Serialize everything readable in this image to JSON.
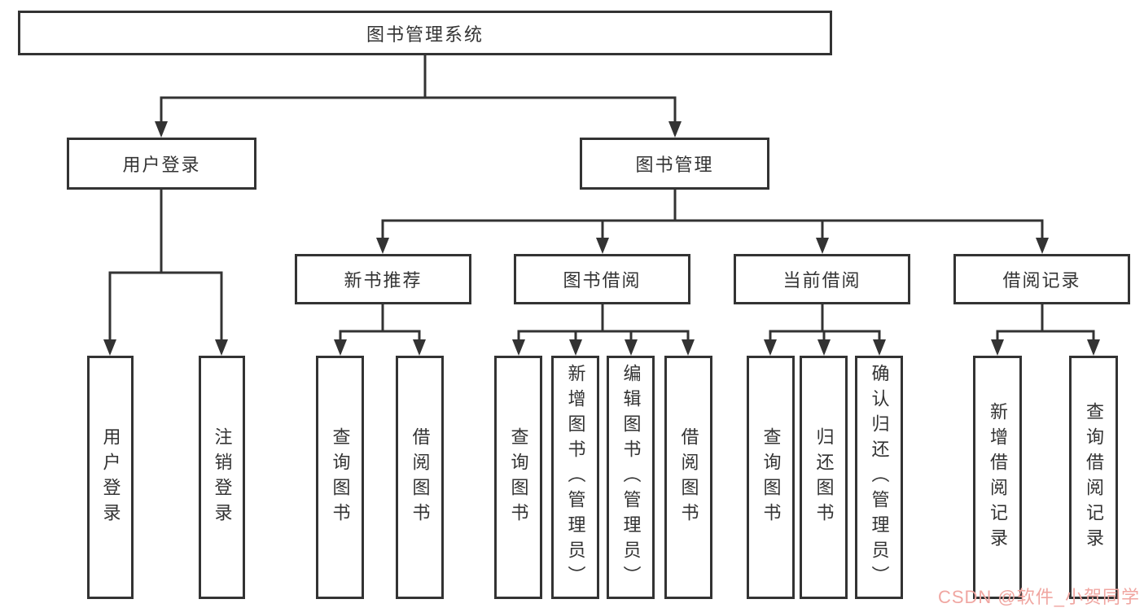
{
  "diagram": {
    "root": "图书管理系统",
    "branches": [
      {
        "label": "用户登录",
        "leaves": [
          "用户登录",
          "注销登录"
        ]
      },
      {
        "label": "图书管理",
        "groups": [
          {
            "label": "新书推荐",
            "leaves": [
              "查询图书",
              "借阅图书"
            ]
          },
          {
            "label": "图书借阅",
            "leaves": [
              "查询图书",
              "新增图书（管理员）",
              "编辑图书（管理员）",
              "借阅图书"
            ]
          },
          {
            "label": "当前借阅",
            "leaves": [
              "查询图书",
              "归还图书",
              "确认归还（管理员）"
            ]
          },
          {
            "label": "借阅记录",
            "leaves": [
              "新增借阅记录",
              "查询借阅记录"
            ]
          }
        ]
      }
    ]
  },
  "watermark": "CSDN @软件_小贺同学",
  "colors": {
    "line": "#333333",
    "watermark": "#f0a6a1"
  }
}
